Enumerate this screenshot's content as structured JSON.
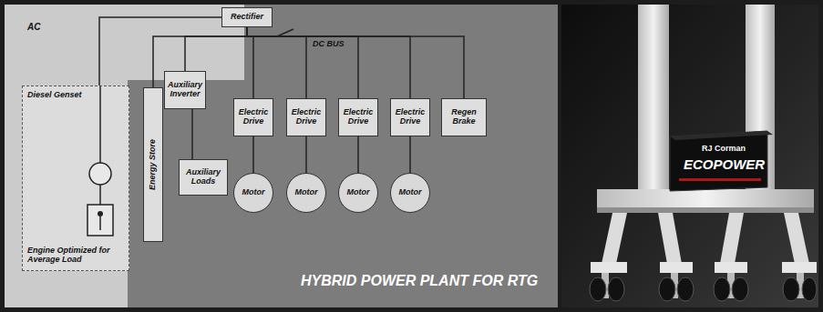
{
  "diagram": {
    "nodes": [
      {
        "text": [
          "Rectifier"
        ]
      },
      {
        "text": [
          "Diesel Genset",
          "Engine Optimized for Average Load"
        ]
      },
      {
        "text": [
          "Energy Store"
        ]
      },
      {
        "text": [
          "Auxiliary Inverter"
        ]
      },
      {
        "text": [
          "Electric Drive"
        ]
      },
      {
        "text": [
          "Electric Drive"
        ]
      },
      {
        "text": [
          "Electric Drive"
        ]
      },
      {
        "text": [
          "Electric Drive"
        ]
      },
      {
        "text": [
          "Regen Brake"
        ]
      },
      {
        "text": [
          "Auxiliary Loads"
        ]
      },
      {
        "text": [
          "Motor"
        ]
      },
      {
        "text": [
          "Motor"
        ]
      },
      {
        "text": [
          "Motor"
        ]
      },
      {
        "text": [
          "Motor"
        ]
      }
    ],
    "edges": [
      {
        "from": 1,
        "to": 0,
        "arrow": "none"
      },
      {
        "from": 0,
        "to": 2,
        "arrow": "none"
      },
      {
        "from": 0,
        "to": 3,
        "arrow": "none"
      },
      {
        "from": 0,
        "to": 4,
        "arrow": "none"
      },
      {
        "from": 0,
        "to": 5,
        "arrow": "none"
      },
      {
        "from": 0,
        "to": 6,
        "arrow": "none"
      },
      {
        "from": 0,
        "to": 7,
        "arrow": "none"
      },
      {
        "from": 0,
        "to": 8,
        "arrow": "none"
      },
      {
        "from": 3,
        "to": 9,
        "arrow": "none"
      },
      {
        "from": 4,
        "to": 10,
        "arrow": "none"
      },
      {
        "from": 5,
        "to": 11,
        "arrow": "none"
      },
      {
        "from": 6,
        "to": 12,
        "arrow": "none"
      },
      {
        "from": 7,
        "to": 13,
        "arrow": "none"
      }
    ],
    "labels": [
      "AC",
      "DC BUS",
      "HYBRID POWER PLANT FOR RTG",
      "RJ Corman",
      "ECOPOWER"
    ]
  }
}
